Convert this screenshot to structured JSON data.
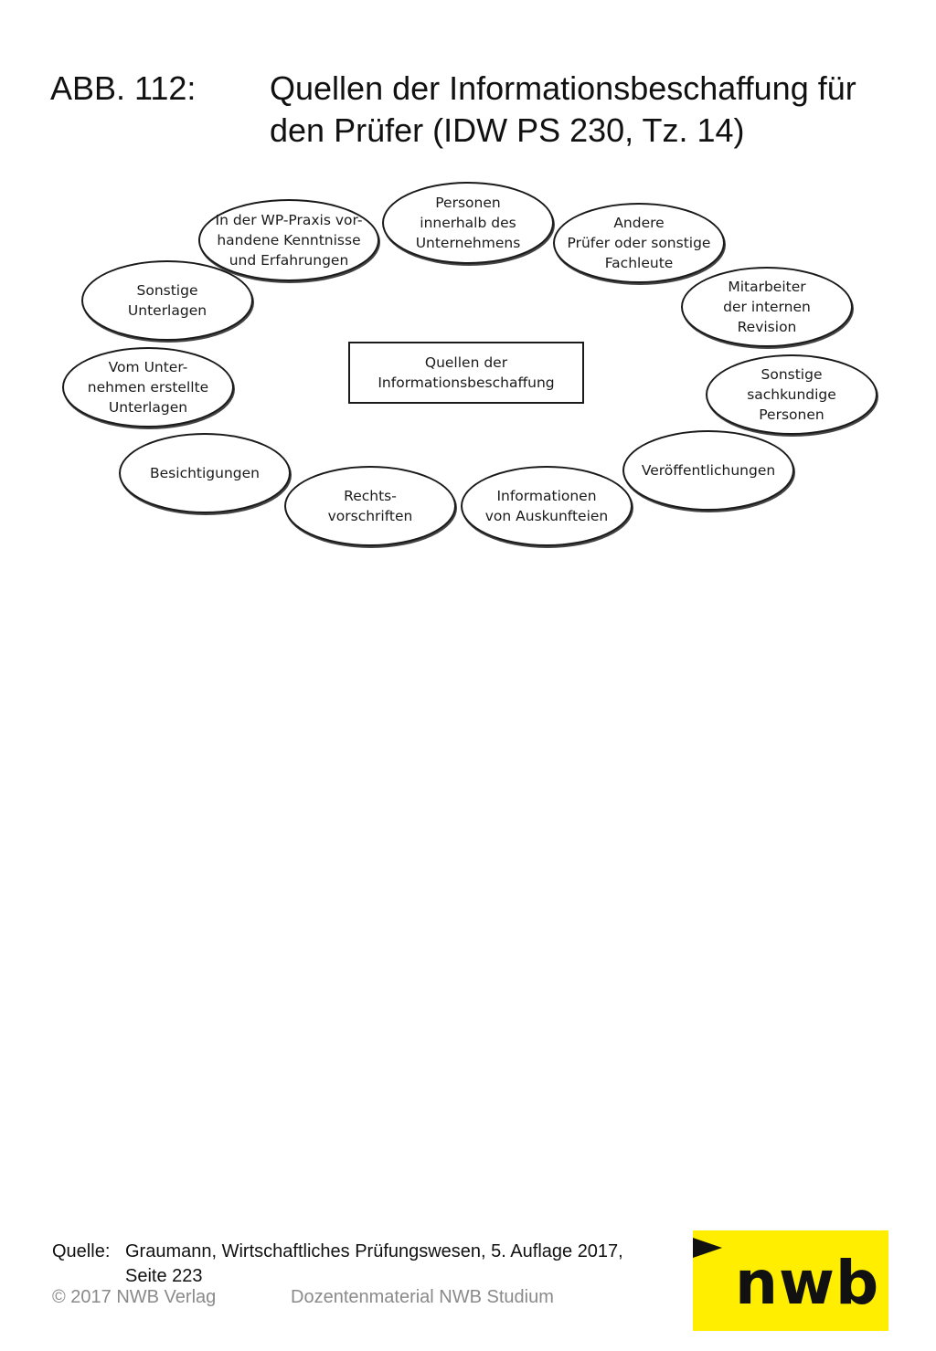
{
  "figure": {
    "label": "ABB. 112:",
    "title_lines": [
      "Quellen der Informationsbeschaffung für",
      "den Prüfer (IDW PS 230, Tz. 14)"
    ]
  },
  "diagram": {
    "center": {
      "lines": [
        "Quellen der",
        "Informationsbeschaffung"
      ]
    },
    "bubbles": [
      {
        "id": "personen-innerhalb",
        "lines": [
          "Personen",
          "innerhalb des",
          "Unternehmens"
        ]
      },
      {
        "id": "andere-pruefer",
        "lines": [
          "Andere",
          "Prüfer oder sonstige",
          "Fachleute"
        ]
      },
      {
        "id": "mitarbeiter-revision",
        "lines": [
          "Mitarbeiter",
          "der internen",
          "Revision"
        ]
      },
      {
        "id": "sachkundige-personen",
        "lines": [
          "Sonstige",
          "sachkundige",
          "Personen"
        ]
      },
      {
        "id": "veroeffentlichungen",
        "lines": [
          "Veröffentlichungen"
        ]
      },
      {
        "id": "auskunfteien",
        "lines": [
          "Informationen",
          "von Auskunfteien"
        ]
      },
      {
        "id": "rechtsvorschriften",
        "lines": [
          "Rechts-",
          "vorschriften"
        ]
      },
      {
        "id": "besichtigungen",
        "lines": [
          "Besichtigungen"
        ]
      },
      {
        "id": "unternehmen-unterlagen",
        "lines": [
          "Vom Unter-",
          "nehmen erstellte",
          "Unterlagen"
        ]
      },
      {
        "id": "sonstige-unterlagen",
        "lines": [
          "Sonstige",
          "Unterlagen"
        ]
      },
      {
        "id": "wp-praxis",
        "lines": [
          "In der WP-Praxis vor-",
          "handene Kenntnisse",
          "und Erfahrungen"
        ]
      }
    ]
  },
  "footer": {
    "source_label": "Quelle:",
    "source_lines": [
      "Graumann, Wirtschaftliches Prüfungswesen, 5. Auflage 2017,",
      "Seite 223"
    ],
    "copyright": "© 2017 NWB Verlag",
    "material": "Dozentenmaterial NWB Studium"
  },
  "logo": {
    "text": "nwb",
    "colors": {
      "background": "#ffee00",
      "foreground": "#111111"
    }
  }
}
